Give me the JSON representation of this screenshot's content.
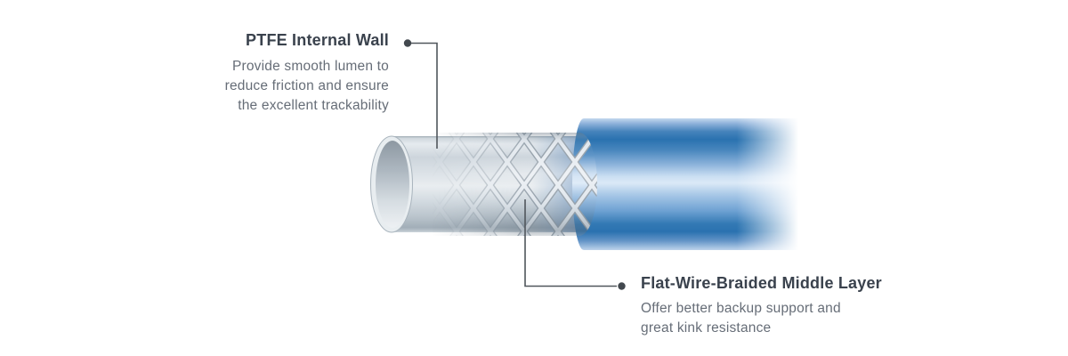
{
  "colors": {
    "background": "#ffffff",
    "title_text": "#3a424d",
    "body_text": "#666d77",
    "leader_line": "#50565c",
    "callout_dot": "#42484e",
    "inner_wall_gray_light": "#e9edf0",
    "inner_wall_gray_mid": "#c2ccd3",
    "braid_wire_light": "#e7ecf1",
    "braid_wire_edge": "#97a2ac",
    "jacket_blue_dark": "#2a72b0",
    "jacket_blue_highlight": "#dbe9f7"
  },
  "callouts": [
    {
      "title": "PTFE Internal Wall",
      "lines": [
        "Provide smooth lumen to",
        "reduce friction and ensure",
        "the excellent trackability"
      ]
    },
    {
      "title": "Flat-Wire-Braided Middle Layer",
      "lines": [
        "Offer better backup support and",
        "great kink resistance"
      ]
    }
  ]
}
